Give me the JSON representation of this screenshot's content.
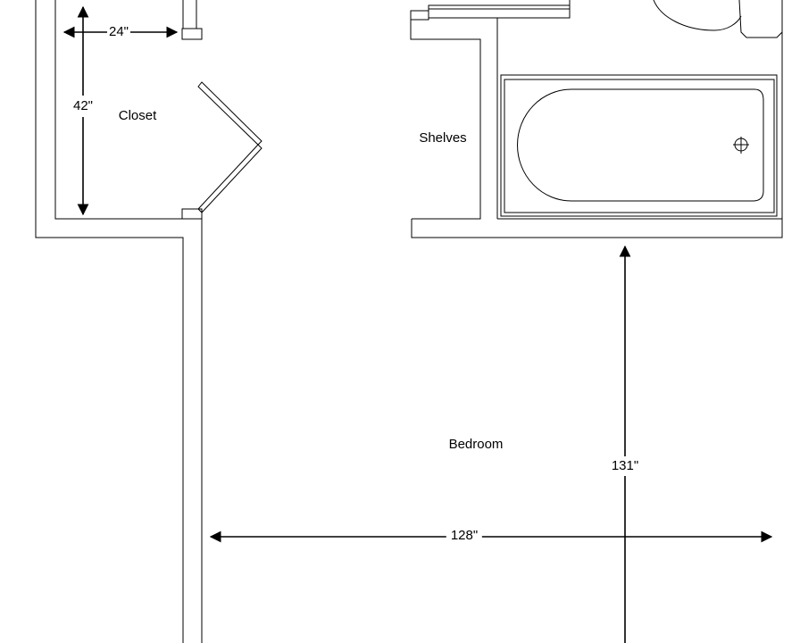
{
  "rooms": {
    "closet": "Closet",
    "shelves": "Shelves",
    "bedroom": "Bedroom"
  },
  "dimensions": {
    "closet_width": "24\"",
    "closet_depth": "42\"",
    "bedroom_width": "128\"",
    "bedroom_length": "131\""
  }
}
